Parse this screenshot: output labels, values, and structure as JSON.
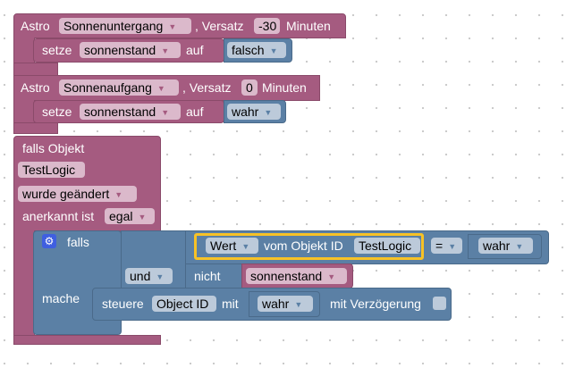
{
  "astro1": {
    "label": "Astro",
    "event": "Sonnenuntergang",
    "offset_label": ", Versatz",
    "offset": "-30",
    "unit": "Minuten",
    "set": {
      "label": "setze",
      "variable": "sonnenstand",
      "to": "auf",
      "value": "falsch"
    }
  },
  "astro2": {
    "label": "Astro",
    "event": "Sonnenaufgang",
    "offset_label": ", Versatz",
    "offset": "0",
    "unit": "Minuten",
    "set": {
      "label": "setze",
      "variable": "sonnenstand",
      "to": "auf",
      "value": "wahr"
    }
  },
  "trigger": {
    "label": "falls Objekt",
    "object": "TestLogic",
    "condition": "wurde geändert",
    "ack_label": "anerkannt ist",
    "ack": "egal",
    "if": {
      "label": "falls",
      "do_label": "mache",
      "op": "und",
      "cond1": {
        "field": "Wert",
        "of_label": "vom Objekt ID",
        "object": "TestLogic",
        "compare": "=",
        "value": "wahr"
      },
      "cond2": {
        "label": "nicht",
        "variable": "sonnenstand"
      },
      "action": {
        "label": "steuere",
        "object": "Object ID",
        "with_label": "mit",
        "value": "wahr",
        "delay_label": "mit Verzögerung"
      }
    }
  },
  "colors": {
    "logic_purple": "#a55b80",
    "blue": "#5b80a5",
    "highlight": "#f7c226"
  }
}
